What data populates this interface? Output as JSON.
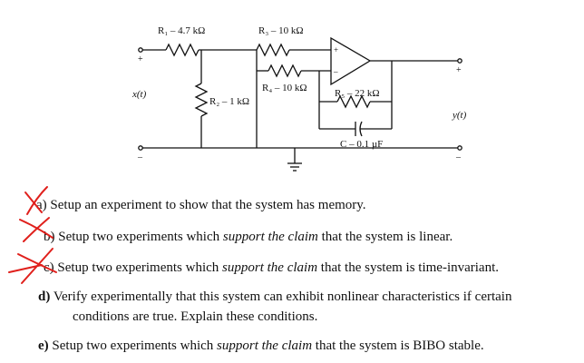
{
  "circuit": {
    "r1_label": "R₁ – 4.7 kΩ",
    "r3_label": "R₃ – 10 kΩ",
    "r4_label": "R₄ – 10 kΩ",
    "r2_label": "R₂ – 1 kΩ",
    "r5_label": "R₅ – 22 kΩ",
    "c_label": "C – 0.1 µF",
    "input_label": "x(t)",
    "output_label": "y(t)",
    "plus_sign": "+",
    "minus_sign": "–",
    "opamp_plus": "+",
    "opamp_minus": "–"
  },
  "questions": {
    "a": {
      "letter": "a)",
      "text_1": "Setup an experiment to show that the system has memory."
    },
    "b": {
      "letter": "b)",
      "text_1": "Setup two experiments which ",
      "em": "support the claim",
      "text_2": " that the system is linear."
    },
    "c": {
      "letter": "c)",
      "text_1": "Setup two experiments which ",
      "em": "support the claim",
      "text_2": " that the system is time-invariant."
    },
    "d": {
      "letter": "d)",
      "text_1": "Verify experimentally that this system can exhibit nonlinear characteristics if certain",
      "text_2": "conditions are true. Explain these conditions."
    },
    "e": {
      "letter": "e)",
      "text_1": "Setup two experiments which ",
      "em": "support the claim",
      "text_2": " that the system is BIBO stable."
    }
  },
  "colors": {
    "ink": "#111111",
    "correction_red": "#e0201c"
  }
}
